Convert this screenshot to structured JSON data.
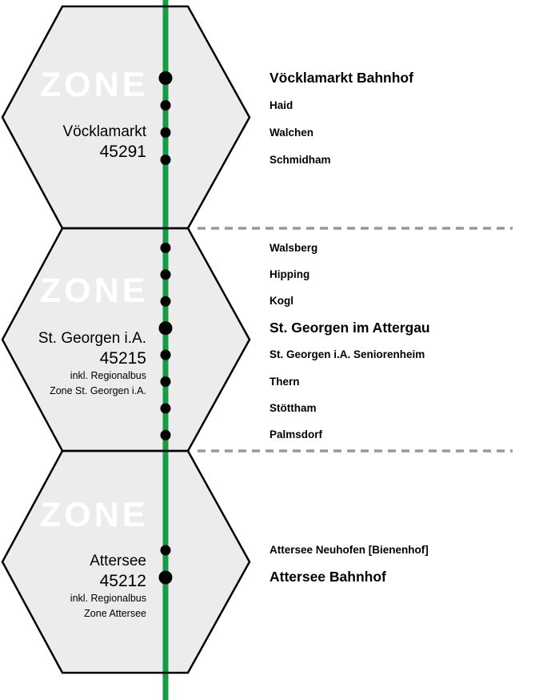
{
  "diagram": {
    "watermark": "ZONE",
    "colors": {
      "background": "#ffffff",
      "hex_fill": "#ececec",
      "hex_border": "#000000",
      "transit_line_green": "#169b47",
      "divider_gray": "#999999",
      "dot_black": "#000000",
      "watermark_white": "#ffffff",
      "text_black": "#000000"
    },
    "zones": [
      {
        "name": "Vöcklamarkt",
        "number": "45291",
        "note_lines": [],
        "stations": [
          {
            "label": "Vöcklamarkt Bahnhof",
            "major": true
          },
          {
            "label": "Haid",
            "major": false
          },
          {
            "label": "Walchen",
            "major": false
          },
          {
            "label": "Schmidham",
            "major": false
          }
        ]
      },
      {
        "name": "St. Georgen i.A.",
        "number": "45215",
        "note_lines": [
          "inkl. Regionalbus",
          "Zone St. Georgen i.A."
        ],
        "stations": [
          {
            "label": "Walsberg",
            "major": false
          },
          {
            "label": "Hipping",
            "major": false
          },
          {
            "label": "Kogl",
            "major": false
          },
          {
            "label": "St. Georgen im Attergau",
            "major": true
          },
          {
            "label": "St. Georgen i.A. Seniorenheim",
            "major": false
          },
          {
            "label": "Thern",
            "major": false
          },
          {
            "label": "Stöttham",
            "major": false
          },
          {
            "label": "Palmsdorf",
            "major": false
          }
        ]
      },
      {
        "name": "Attersee",
        "number": "45212",
        "note_lines": [
          "inkl. Regionalbus",
          "Zone Attersee"
        ],
        "stations": [
          {
            "label": "Attersee Neuhofen [Bienenhof]",
            "major": false
          },
          {
            "label": "Attersee Bahnhof",
            "major": true
          }
        ]
      }
    ]
  }
}
